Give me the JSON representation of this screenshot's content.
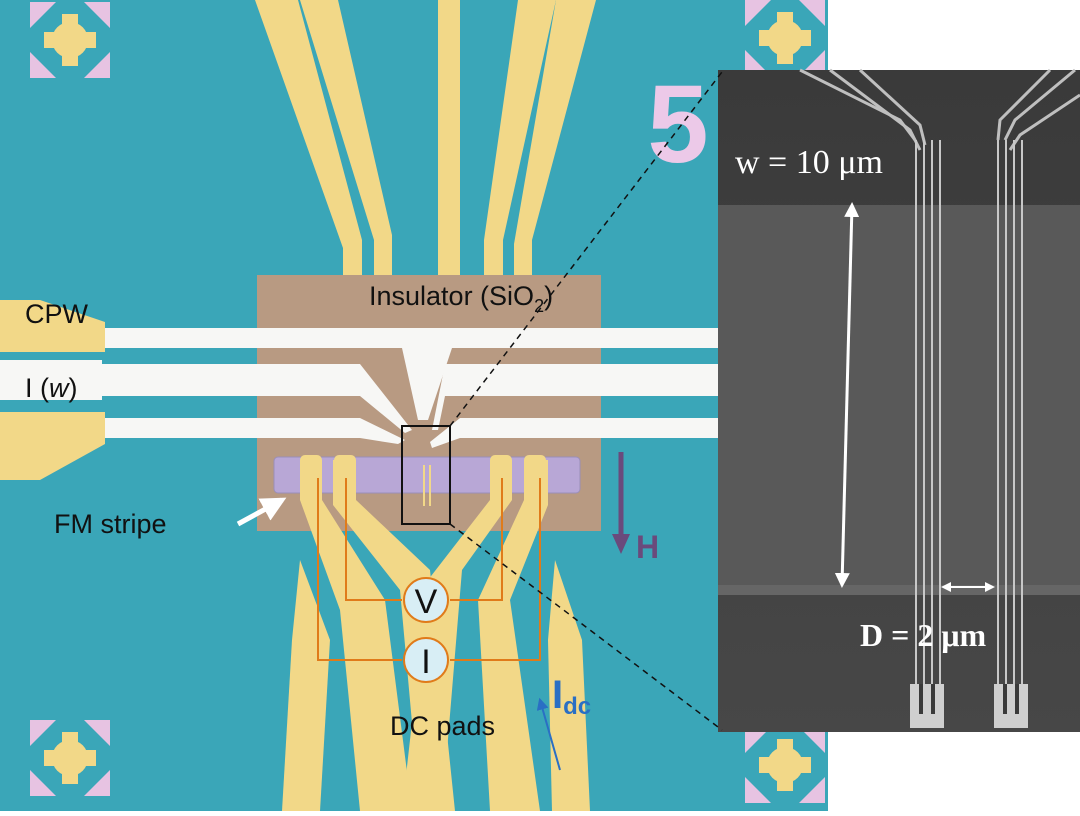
{
  "labels": {
    "chip_number": "5",
    "insulator_prefix": "Insulator (SiO",
    "insulator_sub": "2",
    "insulator_suffix": ")",
    "cpw": "CPW",
    "i_w_prefix": "I (",
    "i_w_italic": "w",
    "i_w_suffix": ")",
    "fm_stripe": "FM stripe",
    "field": "H",
    "voltmeter": "V",
    "ammeter": "I",
    "dc_pads": "DC pads",
    "idc_main": "I",
    "idc_sub": "dc",
    "width_label": "w = 10 μm",
    "spacing_label": "D = 2 μm"
  },
  "colors": {
    "substrate": "#3aa6b8",
    "gold": "#f2d888",
    "insulator": "#b89a82",
    "stripe": "#b8a7d6",
    "marker": "#e7c3e2",
    "wire": "#e07b1a",
    "field_arrow": "#6a4a7c",
    "idc": "#2a6fc4",
    "sem_background": "#3c3c3c"
  }
}
